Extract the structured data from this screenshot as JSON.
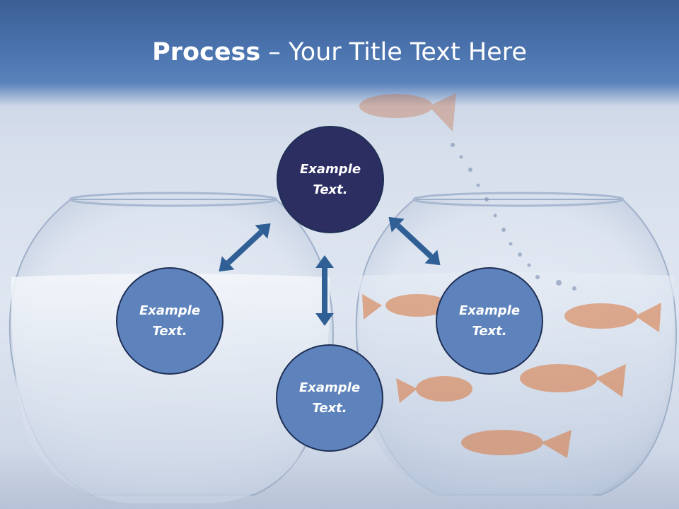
{
  "slide": {
    "title_bold": "Process",
    "title_rest": " – Your Title Text Here"
  },
  "nodes": [
    {
      "id": "top",
      "text": "Example\nText."
    },
    {
      "id": "left",
      "text": "Example\nText."
    },
    {
      "id": "bottom",
      "text": "Example\nText."
    },
    {
      "id": "right",
      "text": "Example\nText."
    }
  ],
  "colors": {
    "title_bar": "#4a72ad",
    "top_circle": "#2c2e62",
    "node_circle": "#5e83bc",
    "arrow": "#2f5f95"
  }
}
